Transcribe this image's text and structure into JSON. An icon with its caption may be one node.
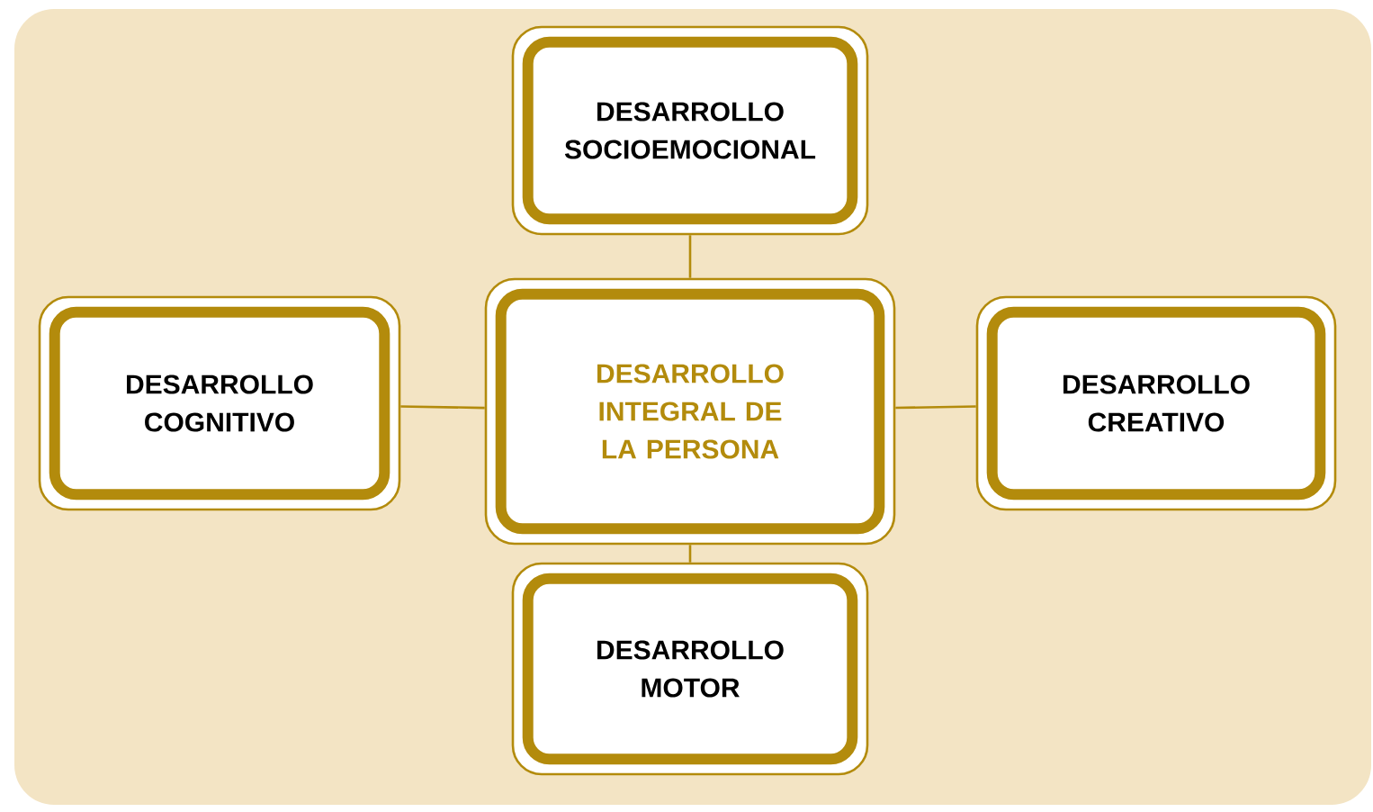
{
  "diagram": {
    "nodes": [
      {
        "text": [
          "DESARROLLO SOCIOEMOCIONAL"
        ]
      },
      {
        "text": [
          "DESARROLLO COGNITIVO"
        ]
      },
      {
        "text": [
          "DESARROLLO INTEGRAL DE LA PERSONA"
        ]
      },
      {
        "text": [
          "DESARROLLO CREATIVO"
        ]
      },
      {
        "text": [
          "DESARROLLO MOTOR"
        ]
      }
    ],
    "edges": [
      {
        "from": 2,
        "to": 0,
        "arrow": "none"
      },
      {
        "from": 2,
        "to": 1,
        "arrow": "none"
      },
      {
        "from": 2,
        "to": 3,
        "arrow": "none"
      },
      {
        "from": 2,
        "to": 4,
        "arrow": "none"
      }
    ]
  }
}
